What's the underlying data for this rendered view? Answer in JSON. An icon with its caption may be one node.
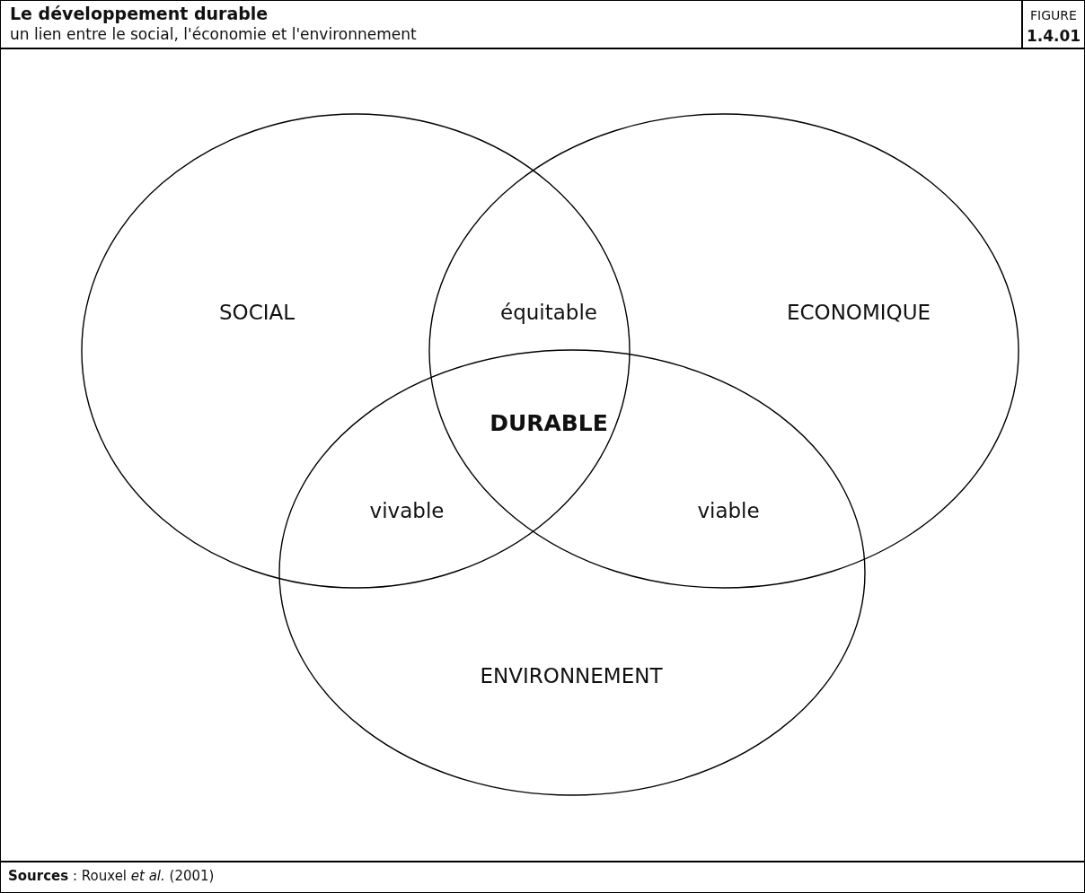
{
  "diagram": {
    "title": "Le développement durable",
    "caption": "**Sources** : Rouxel *et al.* (2001)",
    "nodes": [
      {
        "text": [
          "SOCIAL"
        ]
      },
      {
        "text": [
          "ECONOMIQUE"
        ]
      },
      {
        "text": [
          "ENVIRONNEMENT"
        ]
      }
    ],
    "labels": [
      "un lien entre le social, l'économie et l'environnement",
      "FIGURE",
      "1.4.01",
      "équitable",
      "DURABLE",
      "vivable",
      "viable"
    ]
  }
}
